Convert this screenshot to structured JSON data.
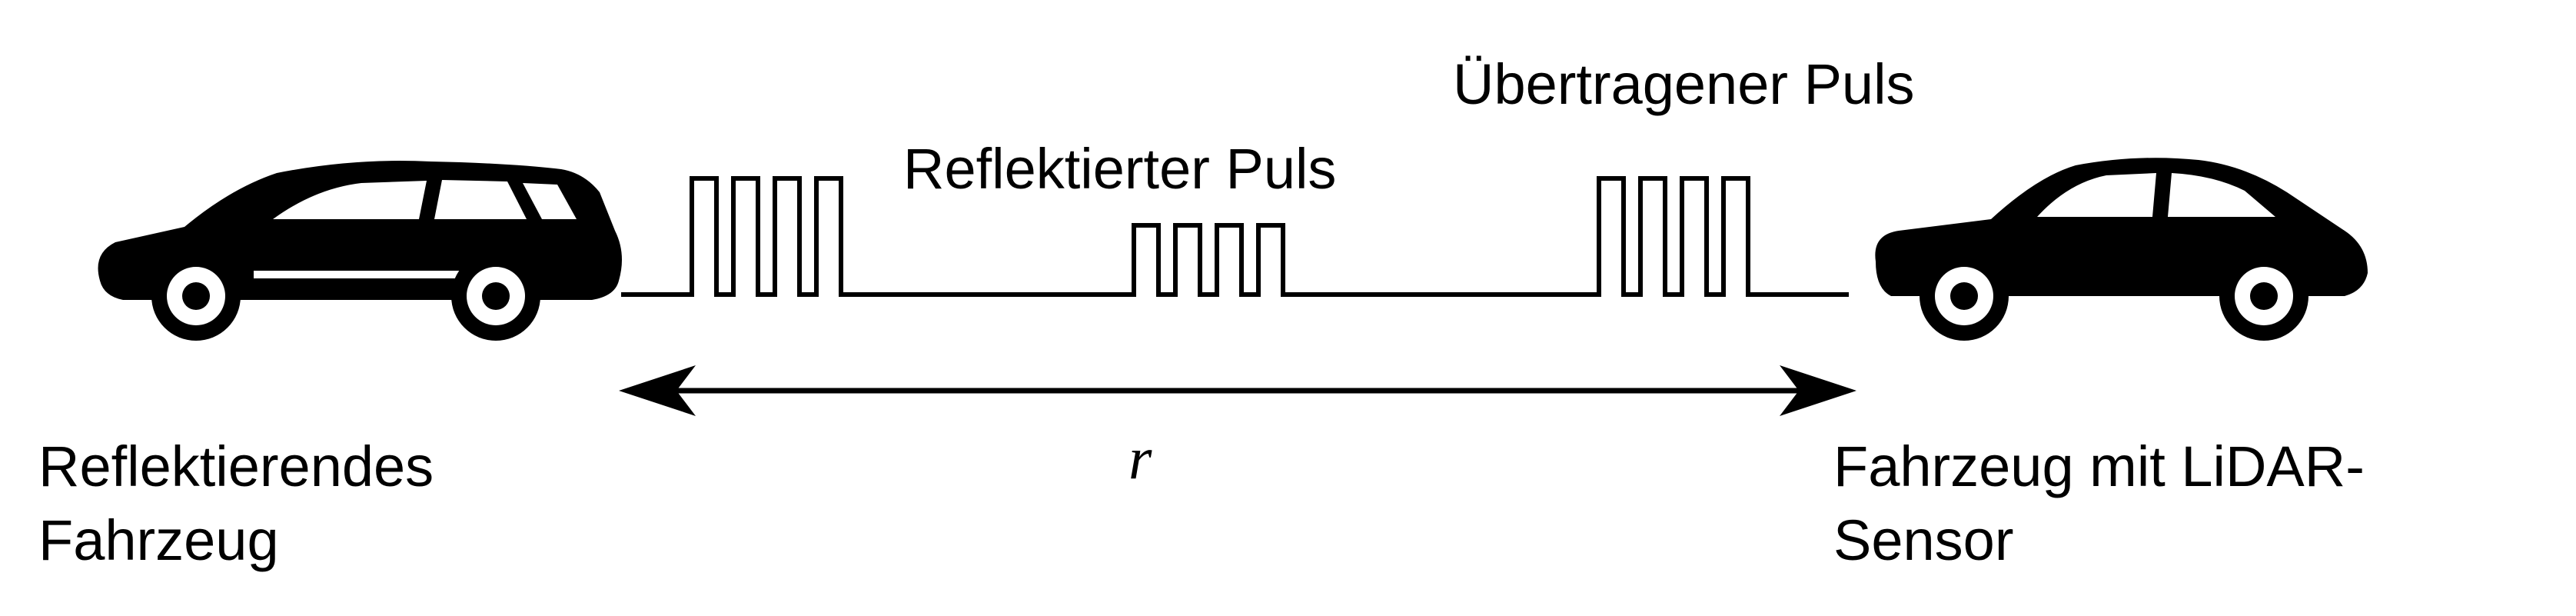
{
  "labels": {
    "transmitted_pulse": "Übertragener Puls",
    "reflected_pulse": "Reflektierter Puls",
    "reflecting_vehicle_line1": "Reflektierendes",
    "reflecting_vehicle_line2": "Fahrzeug",
    "lidar_vehicle_line1": "Fahrzeug mit LiDAR-",
    "lidar_vehicle_line2": "Sensor",
    "range": "r"
  },
  "colors": {
    "ink": "#000000",
    "background": "#ffffff"
  },
  "pulse_trains": {
    "left_pulses": 4,
    "middle_pulses": 4,
    "right_pulses": 4
  }
}
